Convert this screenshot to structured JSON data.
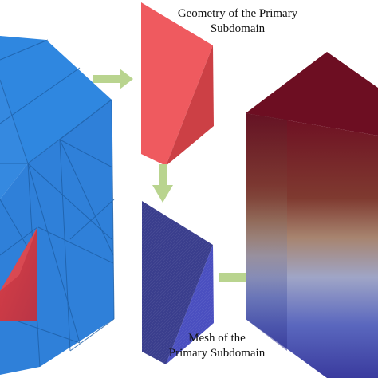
{
  "captions": {
    "geometry": {
      "line1": "Geometry of the Primary",
      "line2": "Subdomain"
    },
    "mesh": {
      "line1": "Mesh of the",
      "line2": "Primary Subdomain"
    }
  },
  "colors": {
    "domain_top": "#2f86df",
    "domain_side": "#2f7fd8",
    "domain_lines": "#1d5ea5",
    "subdomain_highlight": "#e04444",
    "geometry_face_light": "#f05a5e",
    "geometry_face_dark": "#c93d43",
    "mesh_face_light": "#3b3f8f",
    "mesh_face_dark": "#4a4ec0",
    "result_top": "#6d0e22",
    "result_gradient_mid": "#a86e60",
    "result_gradient_bottom": "#4b57a8",
    "arrow": "#b9d48f"
  }
}
